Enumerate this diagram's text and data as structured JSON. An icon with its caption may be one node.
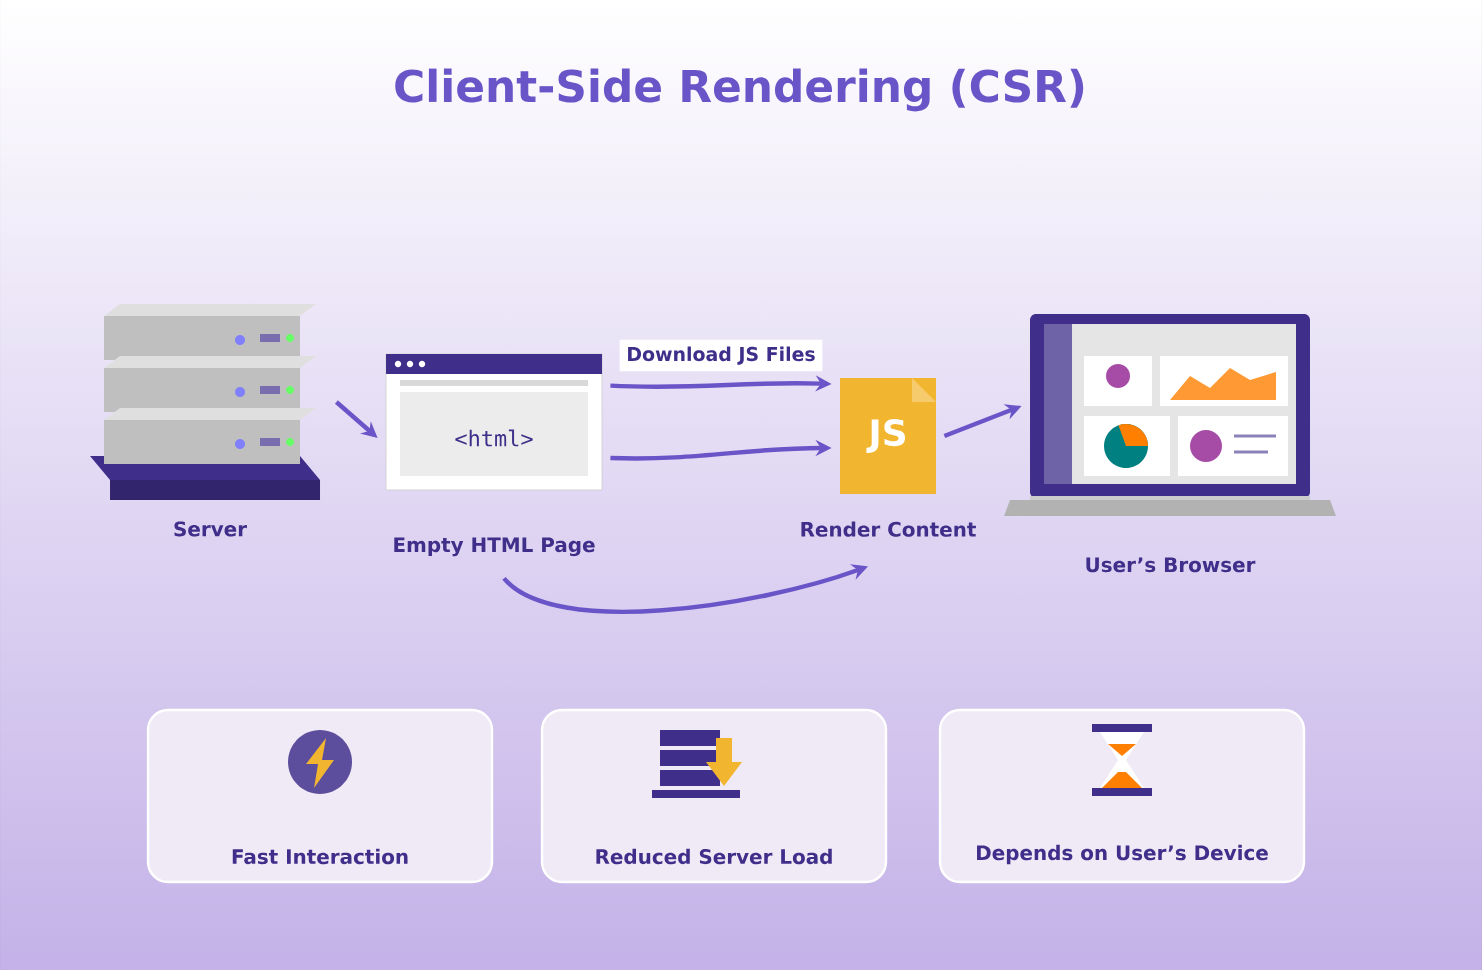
{
  "diagram": {
    "title": "Client-Side Rendering (CSR)",
    "nodes": [
      {
        "text": [
          "Server"
        ]
      },
      {
        "text": [
          "<html>",
          "Empty HTML Page"
        ]
      },
      {
        "text": [
          "JS",
          "Render Content"
        ]
      },
      {
        "text": [
          "User’s Browser"
        ]
      },
      {
        "text": [
          "Fast Interaction"
        ]
      },
      {
        "text": [
          "Reduced Server Load"
        ]
      },
      {
        "text": [
          "Depends on User’s Device"
        ]
      }
    ],
    "edges": [
      {
        "from": 0,
        "to": 1,
        "arrow": "to"
      },
      {
        "from": 1,
        "to": 2,
        "arrow": "to",
        "label": "Download JS Files"
      },
      {
        "from": 1,
        "to": 2,
        "arrow": "to"
      },
      {
        "from": 1,
        "to": 2,
        "arrow": "to"
      },
      {
        "from": 2,
        "to": 3,
        "arrow": "to"
      }
    ]
  }
}
